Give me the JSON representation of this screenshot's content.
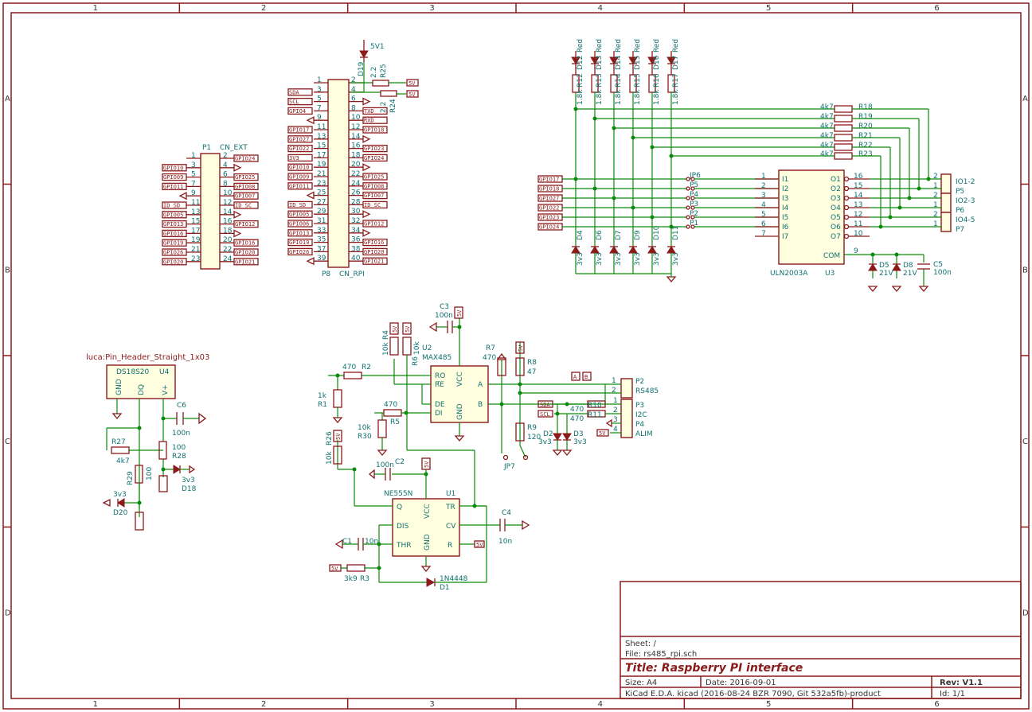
{
  "border": {
    "columns": [
      "1",
      "2",
      "3",
      "4",
      "5",
      "6"
    ],
    "rows": [
      "A",
      "B",
      "C",
      "D"
    ]
  },
  "power": {
    "v5": "5V",
    "v5_1": "5V1",
    "v3v3": "3v3",
    "v21": "21V"
  },
  "gpio_labels": [
    "GPIO24",
    "GPIO10",
    "GPIO25",
    "GPIO09",
    "GPIO08",
    "GPIO11",
    "GPIO07",
    "ID_SD",
    "ID_SC",
    "GPIO05",
    "GPIO06",
    "GPIO12",
    "GPIO13",
    "GPIO19",
    "GPIO16",
    "GPIO26",
    "GPIO20",
    "GPIO21",
    "SDA",
    "SCL",
    "GPIO4",
    "TXD",
    "RXD",
    "GPIO17",
    "GPIO18",
    "GPIO27",
    "GPIO22",
    "GPIO23",
    "3V3"
  ],
  "p1": {
    "ref": "P1",
    "value": "CN_EXT"
  },
  "p8": {
    "ref": "P8",
    "value": "CN_RPI"
  },
  "pin_numbers": [
    "1",
    "2",
    "3",
    "4",
    "5",
    "6",
    "7",
    "8",
    "9",
    "10",
    "11",
    "12",
    "13",
    "14",
    "15",
    "16",
    "17",
    "18",
    "19",
    "20",
    "21",
    "22",
    "23",
    "24",
    "25",
    "26",
    "27",
    "28",
    "29",
    "30",
    "31",
    "32",
    "33",
    "34",
    "35",
    "36",
    "37",
    "38",
    "39",
    "40"
  ],
  "d19": "D19",
  "r25": {
    "ref": "R25",
    "value": "2.2"
  },
  "r24": {
    "ref": "R24",
    "value": "2.2"
  },
  "led_values": {
    "res": "1.8k",
    "led": "Red"
  },
  "leds": [
    {
      "d": "D12",
      "r": "R12"
    },
    {
      "d": "D13",
      "r": "R13"
    },
    {
      "d": "D14",
      "r": "R14"
    },
    {
      "d": "D15",
      "r": "R15"
    },
    {
      "d": "D16",
      "r": "R16"
    },
    {
      "d": "D17",
      "r": "R17"
    }
  ],
  "pullups": {
    "value": "4k7",
    "refs": [
      "R18",
      "R19",
      "R20",
      "R21",
      "R22",
      "R23"
    ]
  },
  "jp": [
    "JP6",
    "P5",
    "P4",
    "P3",
    "P2",
    "P1"
  ],
  "prot_diodes": [
    "D4",
    "D6",
    "D7",
    "D9",
    "D10",
    "D11"
  ],
  "u3": {
    "ref": "U3",
    "value": "ULN2003A",
    "inputs": [
      "I1",
      "I2",
      "I3",
      "I4",
      "I5",
      "I6",
      "I7"
    ],
    "outputs": [
      "O1",
      "O2",
      "O3",
      "O4",
      "O5",
      "O6",
      "O7"
    ],
    "com": "COM",
    "in_pins": [
      "1",
      "2",
      "3",
      "4",
      "5",
      "6",
      "7"
    ],
    "out_pins": [
      "16",
      "15",
      "14",
      "13",
      "12",
      "11",
      "10"
    ],
    "com_pin": "9"
  },
  "io_connectors": [
    {
      "ref": "IO1-2"
    },
    {
      "ref": "P5"
    },
    {
      "ref": "IO2-3"
    },
    {
      "ref": "P6"
    },
    {
      "ref": "IO4-5"
    },
    {
      "ref": "P7"
    }
  ],
  "d5": "D5",
  "d8": "D8",
  "c5": {
    "ref": "C5",
    "value": "100n"
  },
  "u4": {
    "lib": "luca:Pin_Header_Straight_1x03",
    "ref": "U4",
    "value": "DS18S20",
    "pins": [
      "GND",
      "DQ",
      "V+"
    ]
  },
  "c6": {
    "ref": "C6",
    "value": "100n"
  },
  "r27": {
    "ref": "R27",
    "value": "4k7"
  },
  "r28": {
    "ref": "R28",
    "value": "100"
  },
  "r29": {
    "ref": "R29",
    "value": "100"
  },
  "d18": "D18",
  "d20": "D20",
  "c3": {
    "ref": "C3",
    "value": "100n"
  },
  "r4": {
    "ref": "R4",
    "value": "10k"
  },
  "r6": {
    "ref": "R6",
    "value": "10k"
  },
  "u2": {
    "ref": "U2",
    "value": "MAX485",
    "pins_left": [
      "RO",
      "RE",
      "DE",
      "DI"
    ],
    "pins_right": [
      "A",
      "B"
    ],
    "vcc": "VCC",
    "gnd": "GND"
  },
  "r2": {
    "ref": "R2",
    "value": "470"
  },
  "r1": {
    "ref": "R1",
    "value": "1k"
  },
  "r5": {
    "ref": "R5",
    "value": "470"
  },
  "r30": {
    "ref": "R30",
    "value": "10k"
  },
  "r7": {
    "ref": "R7",
    "value": "470"
  },
  "r8": {
    "ref": "R8",
    "value": "47"
  },
  "r9": {
    "ref": "R9",
    "value": "120"
  },
  "jp7": "JP7",
  "p2": {
    "ref": "P2",
    "value": "RS485"
  },
  "p3": {
    "ref": "P3",
    "value": "I2C"
  },
  "p4": {
    "ref": "P4",
    "value": "ALIM"
  },
  "r10": {
    "ref": "R10",
    "value": "470"
  },
  "r11": {
    "ref": "R11",
    "value": "470"
  },
  "d2": "D2",
  "d3": "D3",
  "r26": {
    "ref": "R26",
    "value": "10k"
  },
  "c2": {
    "ref": "C2",
    "value": "100n"
  },
  "u1": {
    "ref": "U1",
    "value": "NE555N",
    "pins_left": [
      "Q",
      "DIS",
      "THR"
    ],
    "pins_right": [
      "TR",
      "CV",
      "R"
    ],
    "vcc": "VCC",
    "gnd": "GND"
  },
  "c1": {
    "ref": "C1",
    "value": "10n"
  },
  "c4": {
    "ref": "C4",
    "value": "10n"
  },
  "r3": {
    "ref": "R3",
    "value": "3k9"
  },
  "d1": {
    "ref": "D1",
    "value": "1N4448"
  },
  "titleblock": {
    "sheet": "Sheet: /",
    "file": "File: rs485_rpi.sch",
    "title": "Title: Raspberry PI interface",
    "size": "Size: A4",
    "date": "Date: 2016-09-01",
    "rev": "Rev: V1.1",
    "tool": "KiCad E.D.A.  kicad (2016-08-24 BZR 7090, Git 532a5fb)-product",
    "id": "Id: 1/1"
  }
}
